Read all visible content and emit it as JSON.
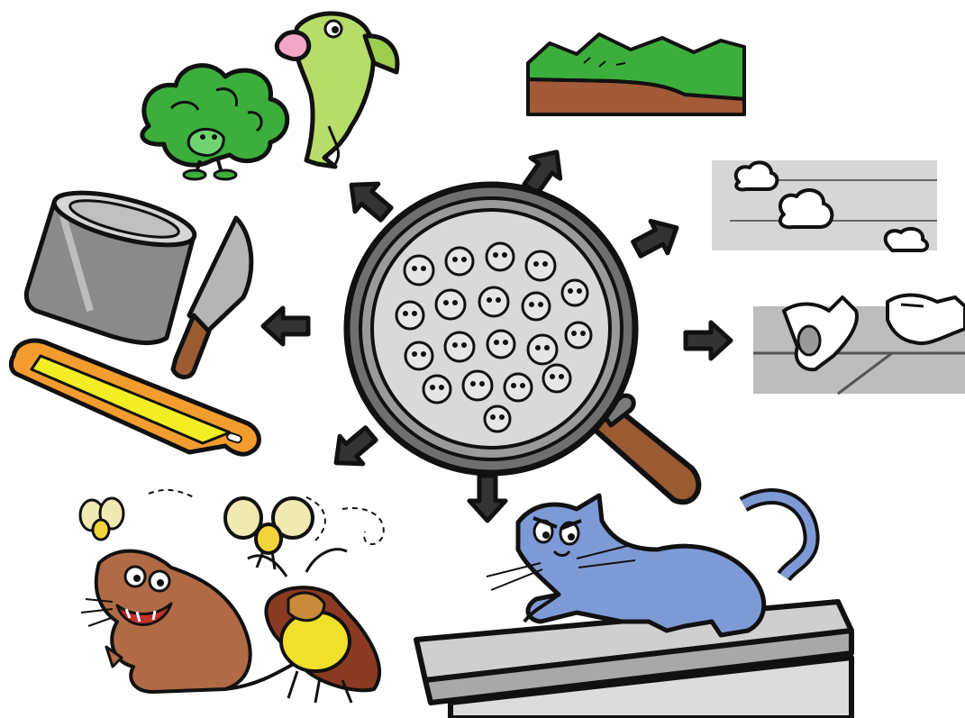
{
  "diagram": {
    "center": "magnifying-glass-with-germs",
    "sources": [
      "vegetable-and-fish",
      "soil-and-land",
      "air",
      "shoes-on-floor",
      "tin-can-knife-cutting-board",
      "rat-flies-cockroach",
      "cat-on-counter"
    ],
    "icons": [
      "magnifier-icon",
      "germ-icon",
      "broccoli-icon",
      "fish-icon",
      "land-icon",
      "cloud-icon",
      "shoe-icon",
      "can-icon",
      "knife-icon",
      "cutting-board-icon",
      "rat-icon",
      "fly-icon",
      "cockroach-icon",
      "cat-icon",
      "counter-icon",
      "arrow-icon"
    ],
    "colors": {
      "outline": "#111111",
      "glass_rim": "#7a7a7a",
      "glass_inner": "#d9d9d9",
      "handle": "#9a5a32",
      "green": "#3cae3c",
      "fish": "#b7dc6a",
      "soil": "#a25a38",
      "sky": "#d6d6d6",
      "cutting_board": "#f39c2e",
      "board_yellow": "#f3ee24",
      "rat": "#b06a45",
      "cat": "#7e9ad6",
      "counter": "#cfcfcf"
    }
  }
}
